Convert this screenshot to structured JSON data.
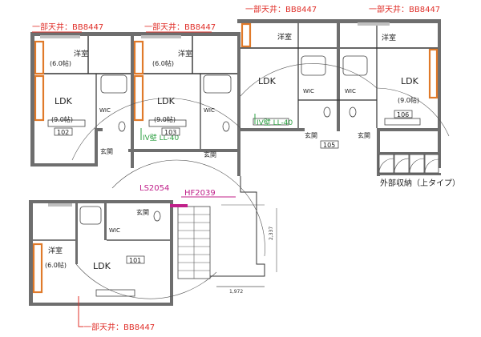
{
  "colors": {
    "wall": "#6e6e6e",
    "ceiling_note": "#e0302a",
    "partition_note": "#2ea043",
    "code_magenta": "#c0208a",
    "window_orange": "#e07a2a"
  },
  "ceiling_notes": {
    "top_left_a": "一部天井：BB8447",
    "top_left_b": "一部天井：BB8447",
    "top_right_a": "一部天井：BB8447",
    "top_right_b": "一部天井：BB8447",
    "bottom_left": "一部天井：BB8447"
  },
  "partition_notes": {
    "center": "IV壁 LL-40",
    "right": "IV壁 LL-40"
  },
  "codes": {
    "ls": "LS2054",
    "hf": "HF2039"
  },
  "units": {
    "u102": {
      "number": "102",
      "ldk": "LDK",
      "ldk_area": "(9.0帖)",
      "room": "洋室",
      "room_area": "(6.0帖)",
      "wic": "WIC",
      "genkan": "玄関"
    },
    "u103": {
      "number": "103",
      "ldk": "LDK",
      "ldk_area": "(9.0帖)",
      "room": "洋室",
      "room_area": "(6.0帖)",
      "wic": "WIC",
      "genkan": "玄関"
    },
    "u105": {
      "number": "105",
      "ldk": "LDK",
      "room": "洋室",
      "wic": "WIC",
      "genkan": "玄関"
    },
    "u106": {
      "number": "106",
      "ldk": "LDK",
      "ldk_area": "(9.0帖)",
      "room": "洋室",
      "wic": "WIC",
      "genkan": "玄関"
    },
    "u101": {
      "number": "101",
      "ldk": "LDK",
      "room": "洋室",
      "room_area": "(6.0帖)",
      "wic": "WIC",
      "genkan": "玄関"
    }
  },
  "storage": {
    "label": "外部収納（上タイプ）"
  },
  "dimensions": {
    "d1": "1,972",
    "d2": "2,337"
  }
}
